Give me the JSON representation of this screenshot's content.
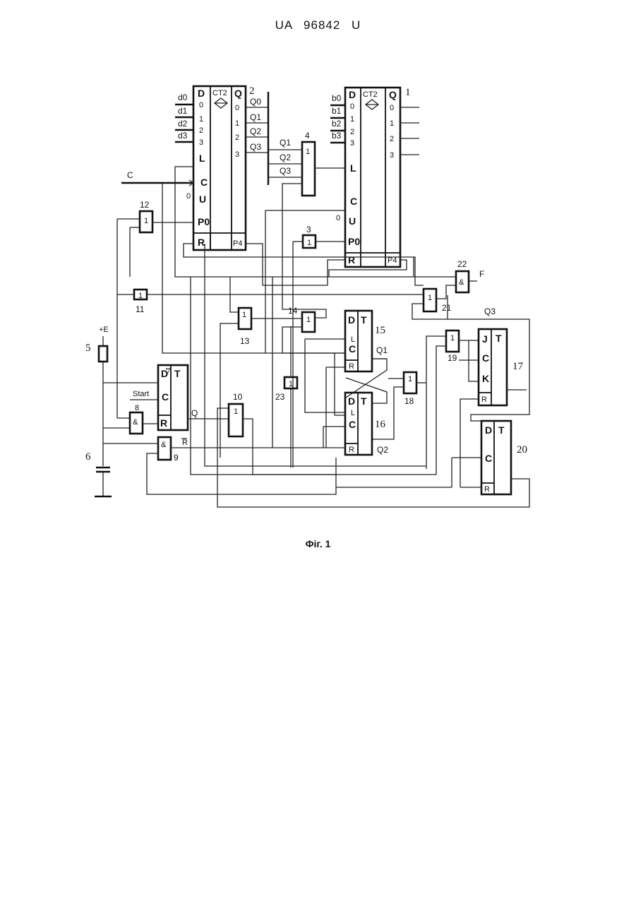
{
  "header": {
    "text": "UA   96842   U"
  },
  "caption": {
    "text": "Фіг. 1"
  },
  "counter1": {
    "number": "2",
    "ct": "CT2",
    "d": "D",
    "q": "Q",
    "l": "L",
    "c": "C",
    "u": "U",
    "r": "R",
    "p0": "P0",
    "p4": "P4",
    "zero": "0",
    "inputs": [
      "d0",
      "d1",
      "d2",
      "d3"
    ],
    "in_nums": [
      "0",
      "1",
      "2",
      "3"
    ],
    "out_nums": [
      "0",
      "1",
      "2",
      "3"
    ],
    "outputs": [
      "Q0",
      "Q1",
      "Q2",
      "Q3"
    ]
  },
  "counter2": {
    "number": "1",
    "ct": "CT2",
    "d": "D",
    "q": "Q",
    "l": "L",
    "c": "C",
    "u": "U",
    "r": "R",
    "p0": "P0",
    "p4": "P4",
    "zero": "0",
    "inputs": [
      "b0",
      "b1",
      "b2",
      "b3"
    ],
    "in_nums": [
      "0",
      "1",
      "2",
      "3"
    ],
    "out_nums": [
      "0",
      "1",
      "2",
      "3"
    ]
  },
  "signals": {
    "c": "C",
    "f": "F",
    "q": "Q",
    "q1": "Q1",
    "q2": "Q2",
    "q3": "Q3",
    "rbar": "R",
    "start": "Start",
    "e": "+E",
    "gate4_inputs": [
      "Q1",
      "Q2",
      "Q3"
    ]
  },
  "gates": {
    "g3": {
      "num": "3",
      "sym": "1"
    },
    "g4": {
      "num": "4",
      "sym": "1"
    },
    "g8": {
      "num": "8",
      "sym": "&"
    },
    "g9": {
      "num": "9",
      "sym": "&"
    },
    "g10": {
      "num": "10",
      "sym": "1"
    },
    "g11": {
      "num": "11",
      "sym": "1"
    },
    "g12": {
      "num": "12",
      "sym": "1"
    },
    "g13": {
      "num": "13",
      "sym": "1"
    },
    "g14": {
      "num": "14",
      "sym": "1"
    },
    "g18": {
      "num": "18",
      "sym": "1"
    },
    "g19": {
      "num": "19",
      "sym": "1"
    },
    "g21": {
      "num": "21",
      "sym": "1"
    },
    "g22": {
      "num": "22",
      "sym": "&"
    },
    "g23": {
      "num": "23",
      "sym": "1"
    }
  },
  "triggers": {
    "t7": {
      "num": "7",
      "d": "D",
      "t": "T",
      "c": "C",
      "r": "R"
    },
    "t15": {
      "num": "15",
      "d": "D",
      "t": "T",
      "l": "L",
      "c": "C",
      "r": "R"
    },
    "t16": {
      "num": "16",
      "d": "D",
      "t": "T",
      "l": "L",
      "c": "C",
      "r": "R"
    },
    "t17": {
      "num": "17",
      "j": "J",
      "t": "T",
      "c": "C",
      "k": "K",
      "r": "R"
    },
    "t20": {
      "num": "20",
      "d": "D",
      "t": "T",
      "c": "C",
      "r": "R"
    }
  },
  "components": {
    "resistor": "5",
    "capacitor": "6"
  }
}
